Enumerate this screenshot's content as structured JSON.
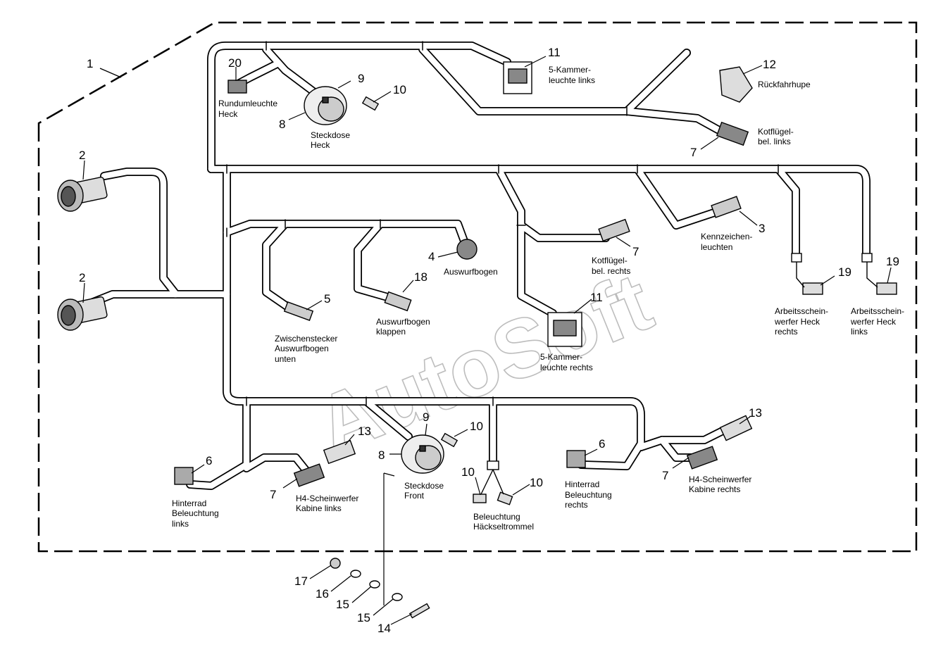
{
  "watermark": "AutoSoft",
  "callouts": {
    "n1": "1",
    "n2a": "2",
    "n2b": "2",
    "n3": "3",
    "n4": "4",
    "n5": "5",
    "n6a": "6",
    "n6b": "6",
    "n7a": "7",
    "n7b": "7",
    "n7c": "7",
    "n7d": "7",
    "n8a": "8",
    "n8b": "8",
    "n9a": "9",
    "n9b": "9",
    "n10a": "10",
    "n10b": "10",
    "n10c": "10",
    "n10d": "10",
    "n11a": "11",
    "n11b": "11",
    "n12": "12",
    "n13a": "13",
    "n13b": "13",
    "n14": "14",
    "n15a": "15",
    "n15b": "15",
    "n16": "16",
    "n17": "17",
    "n18": "18",
    "n19a": "19",
    "n19b": "19",
    "n20": "20"
  },
  "labels": {
    "rundumleuchte": [
      "Rundumleuchte",
      "Heck"
    ],
    "steckdose_heck": [
      "Steckdose",
      "Heck"
    ],
    "kammer_links": [
      "5-Kammer-",
      "leuchte links"
    ],
    "rueckfahrhupe": [
      "Rückfahrhupe"
    ],
    "kotfluegel_links": [
      "Kotflügel-",
      "bel. links"
    ],
    "kennzeichen": [
      "Kennzeichen-",
      "leuchten"
    ],
    "kotfluegel_rechts": [
      "Kotflügel-",
      "bel. rechts"
    ],
    "auswurfbogen": [
      "Auswurfbogen"
    ],
    "auswurfbogen_klappen": [
      "Auswurfbogen",
      "klappen"
    ],
    "zwischenstecker": [
      "Zwischenstecker",
      "Auswurfbogen",
      "unten"
    ],
    "kammer_rechts": [
      "5-Kammer-",
      "leuchte rechts"
    ],
    "arbeits_rechts": [
      "Arbeitsschein-",
      "werfer Heck",
      "rechts"
    ],
    "arbeits_links": [
      "Arbeitsschein-",
      "werfer Heck",
      "links"
    ],
    "hinterrad_links": [
      "Hinterrad",
      "Beleuchtung",
      "links"
    ],
    "h4_links": [
      "H4-Scheinwerfer",
      "Kabine links"
    ],
    "steckdose_front": [
      "Steckdose",
      "Front"
    ],
    "haeckseltrommel": [
      "Beleuchtung",
      "Häckseltrommel"
    ],
    "hinterrad_rechts": [
      "Hinterrad",
      "Beleuchtung",
      "rechts"
    ],
    "h4_rechts": [
      "H4-Scheinwerfer",
      "Kabine rechts"
    ]
  }
}
